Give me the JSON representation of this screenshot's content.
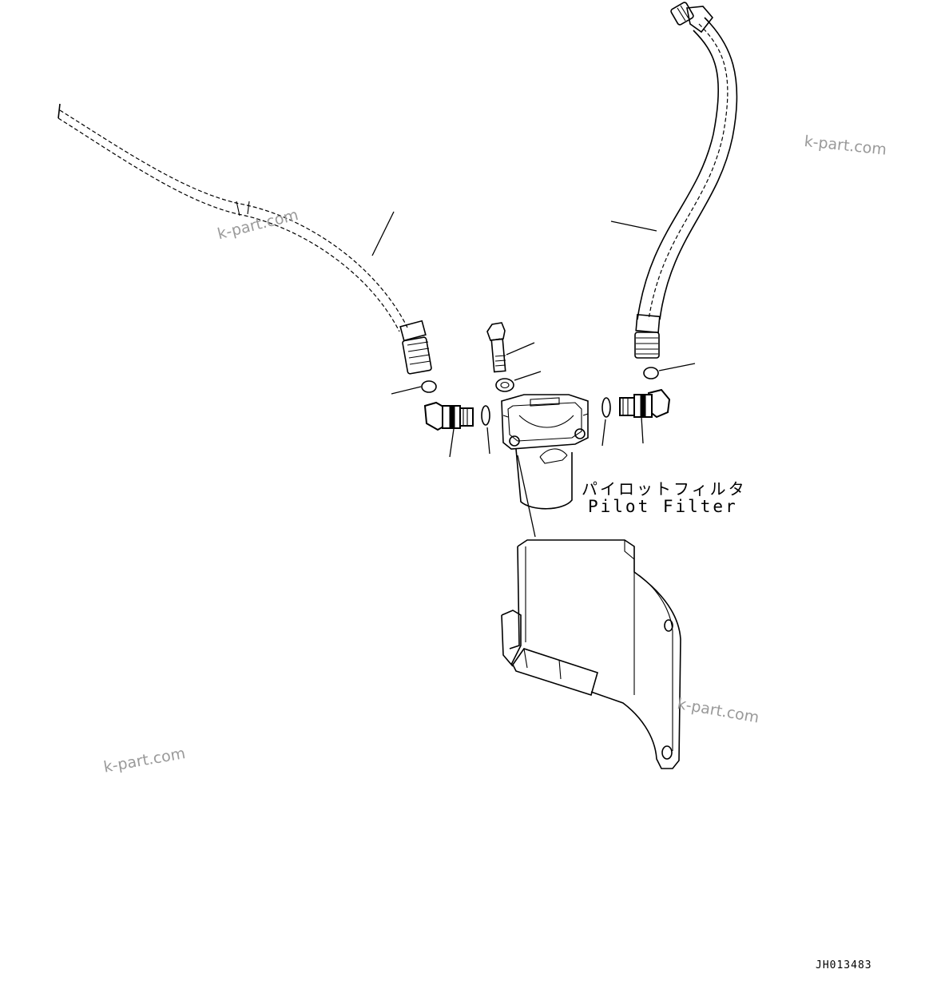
{
  "labels": {
    "part_name_jp": "パイロットフィルタ",
    "part_name_en": "Pilot Filter",
    "drawing_code": "JH013483"
  },
  "watermarks": [
    "k-part.com",
    "k-part.com",
    "k-part.com",
    "k-part.com"
  ],
  "colors": {
    "line": "#000000",
    "watermark": "#9a9a9a",
    "background": "#ffffff"
  }
}
